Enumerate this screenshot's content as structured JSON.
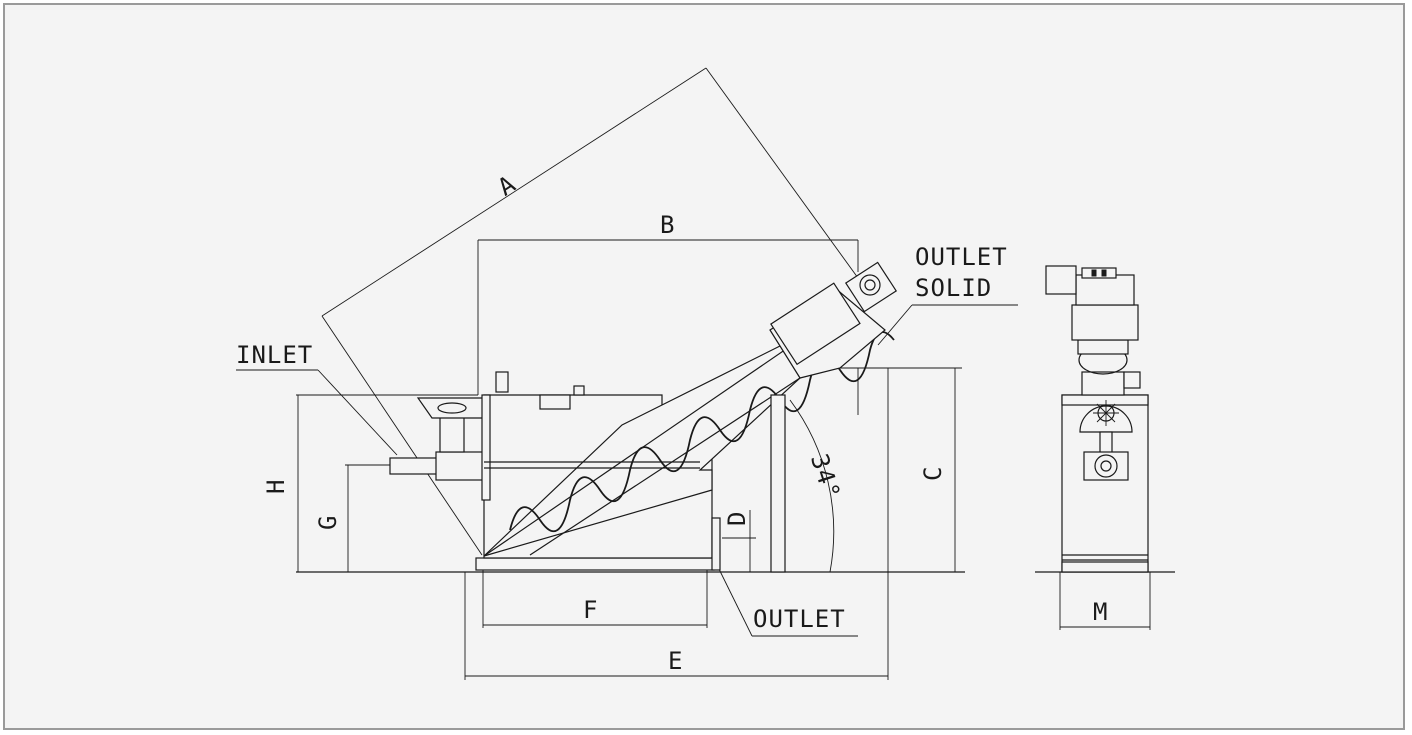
{
  "labels": {
    "inlet": "INLET",
    "outlet": "OUTLET",
    "outlet_solid_line1": "OUTLET",
    "outlet_solid_line2": "SOLID",
    "angle": "34°"
  },
  "dimensions": {
    "a": "A",
    "b": "B",
    "c": "C",
    "d": "D",
    "e": "E",
    "f": "F",
    "g": "G",
    "h": "H",
    "m": "M"
  },
  "colors": {
    "background": "#f4f4f4",
    "line": "#1a1a1a",
    "border": "#9a9a9a"
  }
}
